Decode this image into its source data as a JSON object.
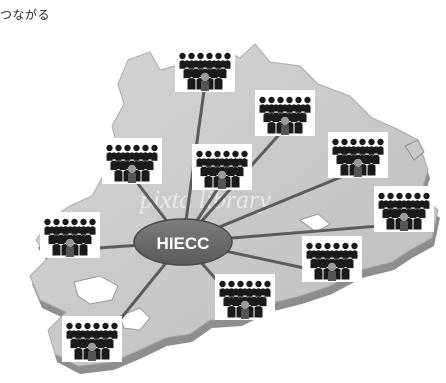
{
  "caption": "つながる",
  "hub": {
    "label": "HIECC"
  },
  "watermark": "pixta library",
  "colors": {
    "map_fill": "#c9c9c9",
    "map_shade": "#8e8e8e",
    "hub_fill": "#6b6b6b",
    "line": "#5c5c5c",
    "crowd_dark": "#1a1a1a",
    "crowd_mid": "#555555",
    "crowd_light": "#9a9a9a"
  },
  "groups": [
    {
      "name": "north-top",
      "icon": "crowd-icon"
    },
    {
      "name": "north-right",
      "icon": "crowd-icon"
    },
    {
      "name": "center-left",
      "icon": "crowd-icon"
    },
    {
      "name": "center",
      "icon": "crowd-icon"
    },
    {
      "name": "east",
      "icon": "crowd-icon"
    },
    {
      "name": "far-east",
      "icon": "crowd-icon"
    },
    {
      "name": "south-east",
      "icon": "crowd-icon"
    },
    {
      "name": "south",
      "icon": "crowd-icon"
    },
    {
      "name": "west",
      "icon": "crowd-icon"
    },
    {
      "name": "south-west",
      "icon": "crowd-icon"
    }
  ]
}
